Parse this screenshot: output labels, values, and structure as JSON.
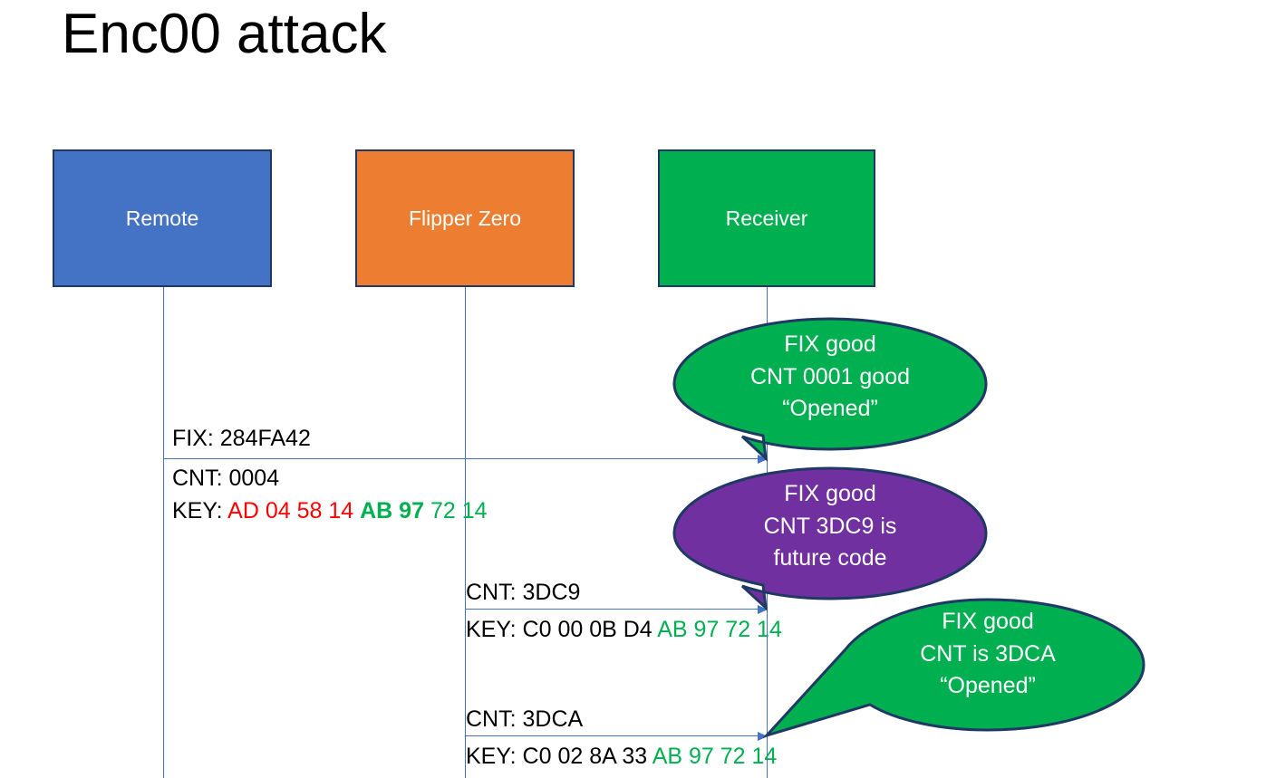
{
  "slide": {
    "title": "Enc00 attack",
    "background": "#ffffff"
  },
  "colors": {
    "remote": "#4472C4",
    "flipper": "#ED7D31",
    "receiver": "#00AF50",
    "bubble_good": "#00AF50",
    "bubble_future": "#7030A0",
    "key_red": "#FF0000",
    "key_green": "#00B050",
    "line": "#4472C4",
    "box_border": "#1F3864"
  },
  "actors": [
    {
      "id": "remote",
      "label": "Remote"
    },
    {
      "id": "flipper",
      "label": "Flipper Zero"
    },
    {
      "id": "receiver",
      "label": "Receiver"
    }
  ],
  "messages": [
    {
      "id": "m1",
      "from": "remote",
      "to": "receiver",
      "lines": [
        {
          "id": "fix",
          "text": "FIX: 284FA42"
        },
        {
          "id": "cnt",
          "text": "CNT: 0004"
        }
      ],
      "key": {
        "prefix": "KEY: ",
        "part_red": "AD 04 58 14",
        "part_green_bold": "AB 97",
        "part_green": "72 14"
      }
    },
    {
      "id": "m2",
      "from": "flipper",
      "to": "receiver",
      "lines": [
        {
          "id": "cnt",
          "text": "CNT: 3DC9"
        }
      ],
      "key": {
        "prefix": "KEY: C0 00 0B D4 ",
        "part_green": "AB 97 72 14"
      }
    },
    {
      "id": "m3",
      "from": "flipper",
      "to": "receiver",
      "lines": [
        {
          "id": "cnt",
          "text": "CNT: 3DCA"
        }
      ],
      "key": {
        "prefix": "KEY: C0 02 8A 33 ",
        "part_green": "AB 97 72 14"
      }
    }
  ],
  "callouts": [
    {
      "id": "c1",
      "color": "#00AF50",
      "line1": "FIX good",
      "line2": "CNT 0001 good",
      "line3": "“Opened”"
    },
    {
      "id": "c2",
      "color": "#7030A0",
      "line1": "FIX good",
      "line2": "CNT 3DC9 is",
      "line3": "future code"
    },
    {
      "id": "c3",
      "color": "#00AF50",
      "line1": "FIX good",
      "line2": "CNT is 3DCA",
      "line3": "“Opened”"
    }
  ]
}
